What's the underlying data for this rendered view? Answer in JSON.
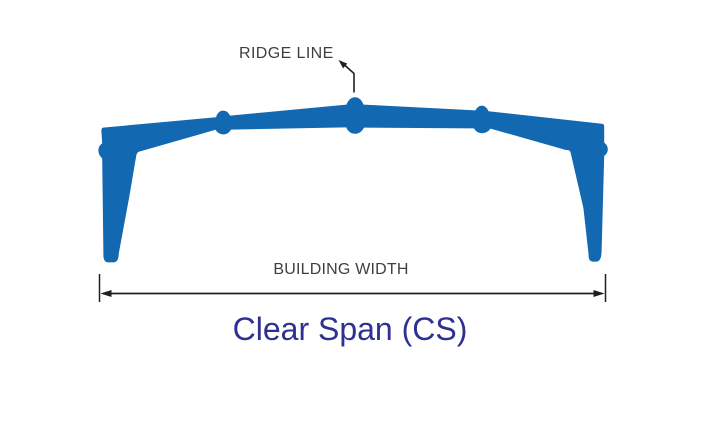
{
  "diagram": {
    "title": "Clear Span (CS)",
    "labels": {
      "ridge_line": "RIDGE LINE",
      "building_width": "BUILDING WIDTH"
    },
    "figure": "clear-span rigid frame cross-section with tapered columns, bolted rafter splices and ridge connection",
    "colors": {
      "frame_fill": "#1268B1",
      "title_text": "#2E3192",
      "label_text": "#3F3F3F",
      "line": "#231F20",
      "background": "#FFFFFF"
    }
  }
}
